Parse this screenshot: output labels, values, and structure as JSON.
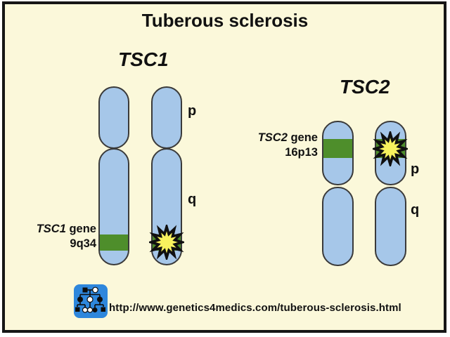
{
  "title": "Tuberous sclerosis",
  "tsc1": {
    "heading": "TSC1",
    "gene_name": "TSC1",
    "gene_suffix": " gene",
    "locus": "9q34",
    "p_arm_label": "p",
    "q_arm_label": "q"
  },
  "tsc2": {
    "heading": "TSC2",
    "gene_name": "TSC2",
    "gene_suffix": " gene",
    "locus": "16p13",
    "p_arm_label": "p",
    "q_arm_label": "q"
  },
  "footer": {
    "url": "http://www.genetics4medics.com/tuberous-sclerosis.html",
    "logo_icon": "pedigree-chart-icon"
  },
  "colors": {
    "background": "#FBF8DA",
    "frame_border": "#161616",
    "chromosome_fill": "#A6C7E9",
    "chromosome_outline": "#3A3A3A",
    "gene_band": "#4E8E2B",
    "star_fill": "#F8F25E",
    "star_outline": "#101010",
    "logo_blue": "#2E87DC",
    "text": "#111111"
  }
}
